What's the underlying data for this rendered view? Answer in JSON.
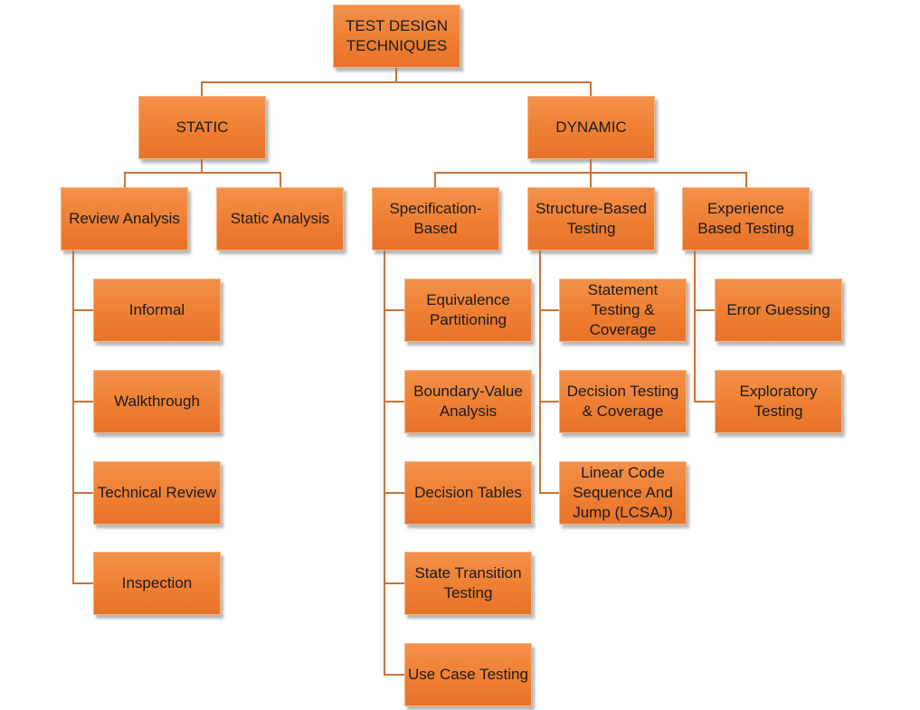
{
  "diagram": {
    "root": "TEST DESIGN\nTECHNIQUES",
    "static": {
      "label": "STATIC",
      "review_analysis": "Review Analysis",
      "static_analysis": "Static Analysis",
      "review_items": [
        "Informal",
        "Walkthrough",
        "Technical Review",
        "Inspection"
      ]
    },
    "dynamic": {
      "label": "DYNAMIC",
      "specification": {
        "label": "Specification-\nBased",
        "items": [
          "Equivalence\nPartitioning",
          "Boundary-Value\nAnalysis",
          "Decision Tables",
          "State Transition\nTesting",
          "Use Case Testing"
        ]
      },
      "structure": {
        "label": "Structure-Based\nTesting",
        "items": [
          "Statement\nTesting &\nCoverage",
          "Decision Testing\n& Coverage",
          "Linear Code\nSequence And\nJump (LCSAJ)"
        ]
      },
      "experience": {
        "label": "Experience\nBased Testing",
        "items": [
          "Error Guessing",
          "Exploratory\nTesting"
        ]
      }
    },
    "colors": {
      "box_fill": "#ee7f32",
      "box_border": "#f6b583",
      "connector": "#c8733a"
    }
  }
}
